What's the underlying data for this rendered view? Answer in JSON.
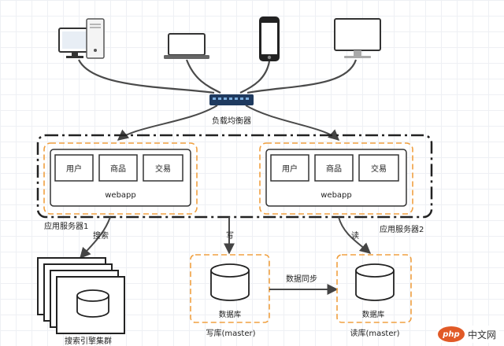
{
  "load_balancer": {
    "label": "负载均衡器"
  },
  "server1": {
    "label": "应用服务器1",
    "modules": [
      "用户",
      "商品",
      "交易"
    ],
    "app": "webapp"
  },
  "server2": {
    "label": "应用服务器2",
    "modules": [
      "用户",
      "商品",
      "交易"
    ],
    "app": "webapp"
  },
  "edges": {
    "search": "搜索",
    "write": "写",
    "read": "读",
    "sync": "数据同步"
  },
  "search_cluster": {
    "label": "搜索引擎集群"
  },
  "master_db": {
    "db_label": "数据库",
    "caption": "写库(master)"
  },
  "slave_db": {
    "db_label": "数据库",
    "caption": "读库(master)"
  },
  "watermark": {
    "logo": "php",
    "text": "中文网"
  },
  "icons": [
    "desktop-tower-icon",
    "laptop-icon",
    "smartphone-icon",
    "monitor-icon",
    "network-switch-icon",
    "database-icon"
  ],
  "colors": {
    "line": "#4a4a4a",
    "orange_dashed": "#f0a040",
    "outline": "#333333"
  }
}
